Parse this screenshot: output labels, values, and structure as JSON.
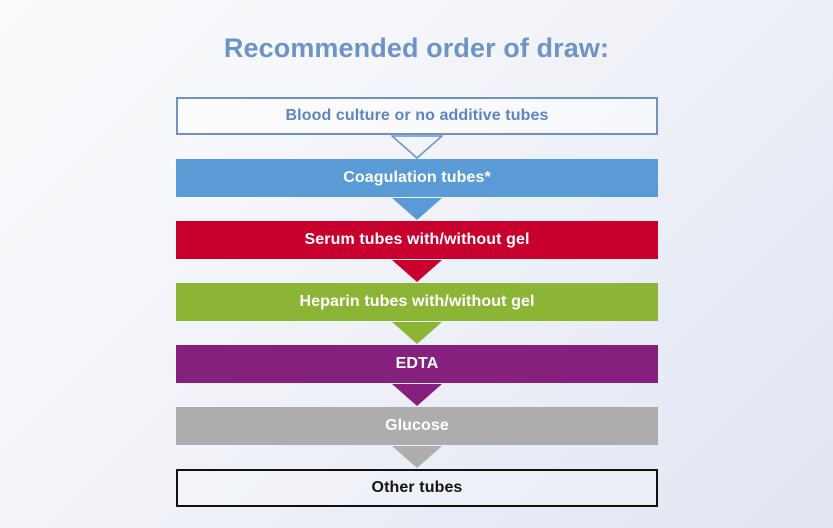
{
  "title": "Recommended order of draw:",
  "colors": {
    "title_text": "#6d94c8",
    "background_start": "#fbfbfd",
    "background_end": "#e1e6f2",
    "blue": "#5b9bd5",
    "blue_outline": "#6f93c4",
    "red": "#c8002e",
    "green": "#8cb536",
    "purple": "#85207f",
    "gray": "#adadad",
    "black": "#111111",
    "white": "#ffffff"
  },
  "flow": {
    "steps": [
      {
        "label": "Blood culture or no additive tubes",
        "style": "outline-blue",
        "fill": "transparent",
        "border": "#6f93c4",
        "text_color": "#5d85bf",
        "arrow": {
          "style": "hollow",
          "color": "#6f93c4"
        }
      },
      {
        "label": "Coagulation tubes*",
        "style": "solid",
        "fill": "#5b9bd5",
        "border": "none",
        "text_color": "#ffffff",
        "arrow": {
          "style": "filled",
          "color": "#5b9bd5"
        }
      },
      {
        "label": "Serum tubes with/without gel",
        "style": "solid",
        "fill": "#c8002e",
        "border": "none",
        "text_color": "#ffffff",
        "arrow": {
          "style": "filled",
          "color": "#c8002e"
        }
      },
      {
        "label": "Heparin tubes with/without gel",
        "style": "solid",
        "fill": "#8cb536",
        "border": "none",
        "text_color": "#ffffff",
        "arrow": {
          "style": "filled",
          "color": "#8cb536"
        }
      },
      {
        "label": "EDTA",
        "style": "solid",
        "fill": "#85207f",
        "border": "none",
        "text_color": "#ffffff",
        "arrow": {
          "style": "filled",
          "color": "#85207f"
        }
      },
      {
        "label": "Glucose",
        "style": "solid",
        "fill": "#adadad",
        "border": "none",
        "text_color": "#ffffff",
        "arrow": {
          "style": "filled",
          "color": "#adadad"
        }
      },
      {
        "label": "Other tubes",
        "style": "outline-black",
        "fill": "transparent",
        "border": "#111111",
        "text_color": "#141414",
        "arrow": null
      }
    ]
  }
}
